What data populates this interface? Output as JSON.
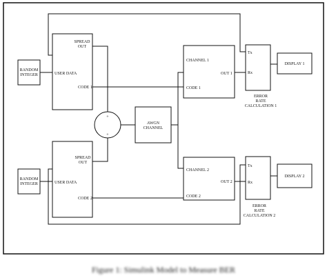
{
  "blocks": {
    "random_integer_1": "RANDOM INTEGER",
    "user_data_1": "USER DATA",
    "spread_out_1": "SPREAD OUT",
    "code1_tx": "CODE 1",
    "random_integer_2": "RANDOM INTEGER",
    "user_data_2": "USER DATA",
    "spread_out_2": "SPREAD OUT",
    "code2_tx": "CODE 2",
    "awgn": "AWGN CHANNEL",
    "sum_plus_top": "+",
    "sum_plus_bottom": "+",
    "channel1": "CHANNEL 1",
    "code1_rx": "CODE 1",
    "out1": "OUT 1",
    "channel2": "CHANNEL 2",
    "code2_rx": "CODE 2",
    "out2": "OUT 2",
    "err1_tx": "Tx",
    "err1_rx": "Rx",
    "err1_label": "ERROR RATE CALCULATION 1",
    "err2_tx": "Tx",
    "err2_rx": "Rx",
    "err2_label": "ERROR RATE CALCULATION 2",
    "display1": "DISPLAY 1",
    "display2": "DISPLAY 2"
  },
  "caption": "Figure 1: Simulink Model to Measure BER"
}
